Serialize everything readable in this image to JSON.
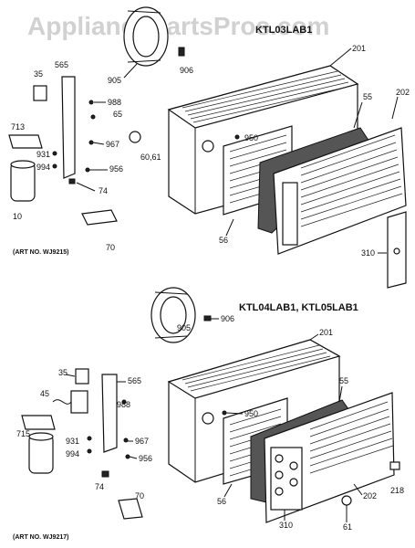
{
  "watermark": "AppliancePartsPros.com",
  "diagrams": [
    {
      "model_title": "KTL03LAB1",
      "art_number": "(ART NO. WJ9215)",
      "callouts": [
        "905",
        "906",
        "201",
        "35",
        "565",
        "988",
        "65",
        "713",
        "967",
        "60,61",
        "931",
        "994",
        "956",
        "950",
        "55",
        "202",
        "10",
        "74",
        "56",
        "70",
        "310"
      ]
    },
    {
      "model_title": "KTL04LAB1, KTL05LAB1",
      "art_number": "(ART NO. WJ9217)",
      "callouts": [
        "905",
        "906",
        "201",
        "35",
        "565",
        "45",
        "988",
        "950",
        "55",
        "715",
        "931",
        "967",
        "994",
        "956",
        "218",
        "74",
        "56",
        "310",
        "202",
        "70",
        "61"
      ]
    }
  ]
}
